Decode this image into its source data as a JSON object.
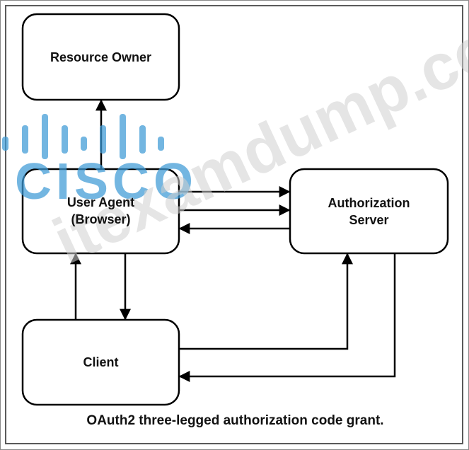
{
  "nodes": {
    "resource_owner": "Resource Owner",
    "user_agent": "User Agent\n(Browser)",
    "authorization_server": "Authorization\nServer",
    "client": "Client"
  },
  "caption": "OAuth2 three-legged authorization code grant.",
  "logo": {
    "text": "CISCO",
    "color": "#3e9ad6"
  },
  "watermark": "itexamdump.com",
  "colors": {
    "stroke": "#000000",
    "text": "#111111"
  }
}
